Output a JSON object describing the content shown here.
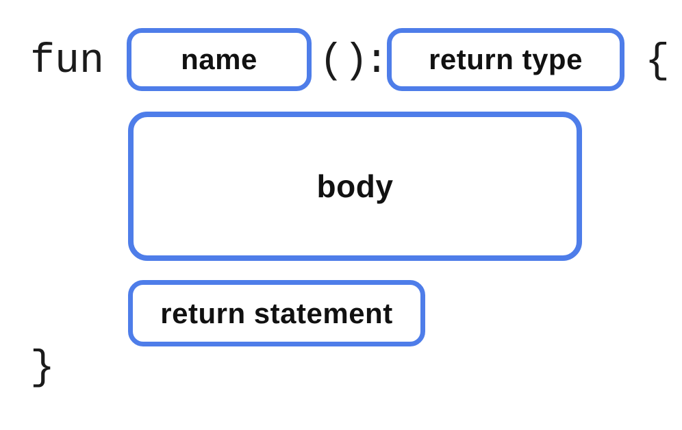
{
  "diagram": {
    "title_semantic": "function-syntax-anatomy",
    "colors": {
      "background": "#ffffff",
      "slot_border": "#4e7de9",
      "code_text": "#1b1b1b",
      "label_text": "#111111"
    },
    "code_tokens": {
      "keyword": "fun",
      "parentheses": "()",
      "colon": ":",
      "open_brace": "{",
      "close_brace": "}"
    },
    "slots": {
      "name": "name",
      "return_type": "return type",
      "body": "body",
      "return_statement": "return statement"
    }
  }
}
